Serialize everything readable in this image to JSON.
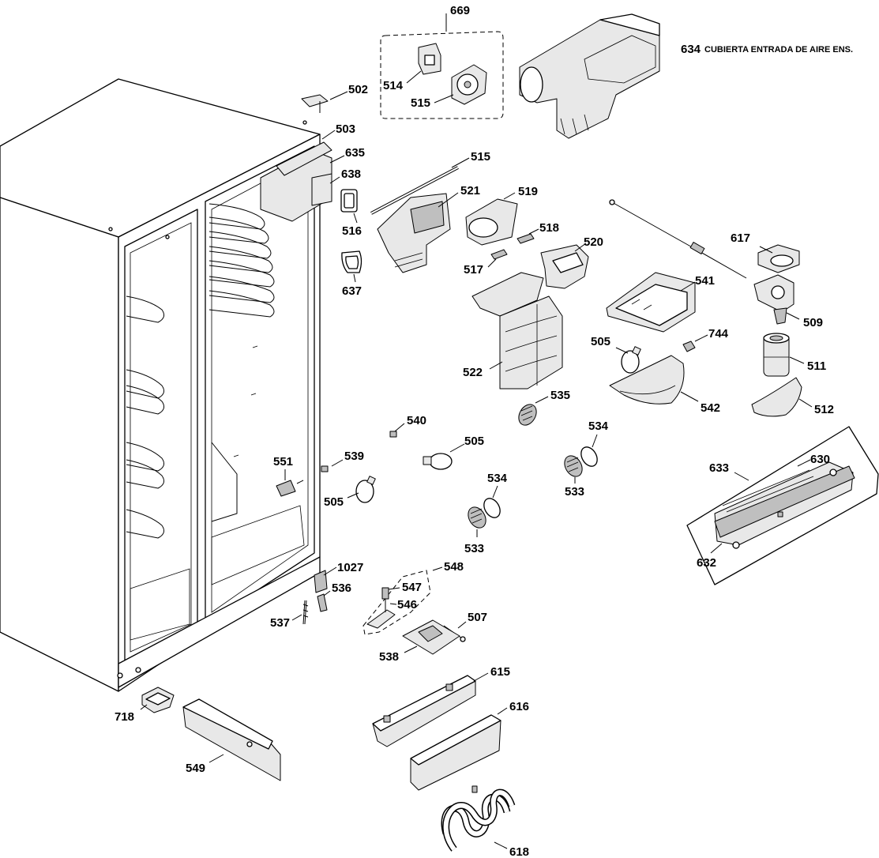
{
  "labels": {
    "l669": "669",
    "l634": "634",
    "l634_desc": "CUBIERTA ENTRADA DE AIRE ENS.",
    "l502": "502",
    "l503": "503",
    "l635": "635",
    "l638": "638",
    "l514": "514",
    "l515a": "515",
    "l515b": "515",
    "l521": "521",
    "l519": "519",
    "l516": "516",
    "l637": "637",
    "l518": "518",
    "l520": "520",
    "l517": "517",
    "l617": "617",
    "l541": "541",
    "l509": "509",
    "l744": "744",
    "l505a": "505",
    "l511": "511",
    "l522": "522",
    "l542": "542",
    "l512": "512",
    "l535": "535",
    "l540": "540",
    "l534a": "534",
    "l505b": "505",
    "l539": "539",
    "l551": "551",
    "l505c": "505",
    "l534b": "534",
    "l533a": "533",
    "l533b": "533",
    "l633": "633",
    "l630": "630",
    "l632": "632",
    "l1027": "1027",
    "l536": "536",
    "l548": "548",
    "l547": "547",
    "l546": "546",
    "l537": "537",
    "l507": "507",
    "l538": "538",
    "l615": "615",
    "l718": "718",
    "l616": "616",
    "l549": "549",
    "l618": "618"
  },
  "colors": {
    "line": "#000000",
    "background": "#ffffff",
    "part_fill": "#e8e8e8"
  }
}
